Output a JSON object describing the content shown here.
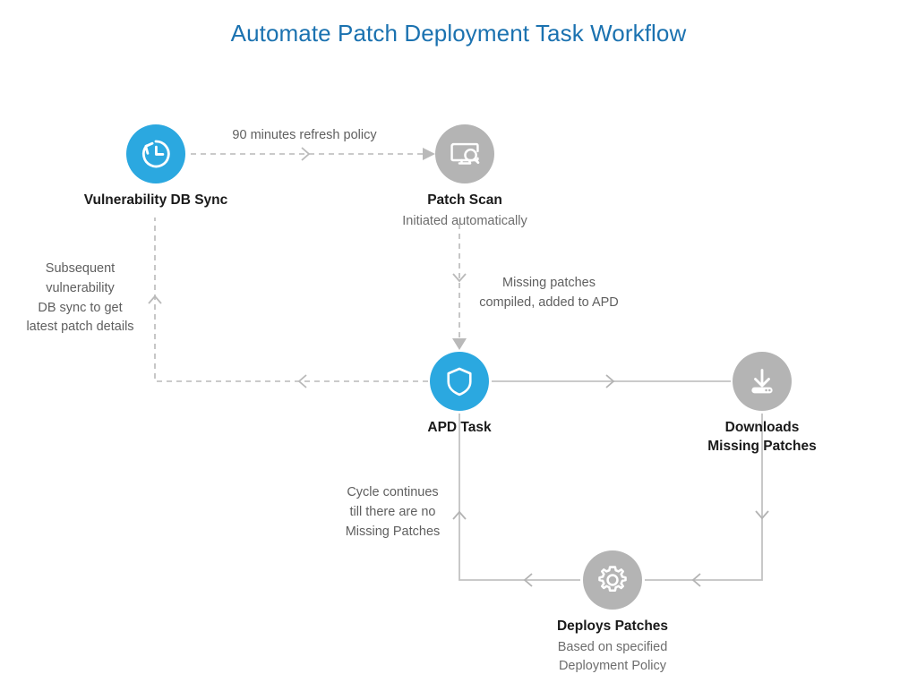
{
  "page": {
    "title": "Automate Patch Deployment Task Workflow",
    "title_color": "#1b72b0",
    "background": "#ffffff"
  },
  "palette": {
    "accent_blue": "#2ba8e0",
    "node_gray": "#b4b4b4",
    "connector_gray": "#b9b9b9",
    "label_gray": "#5f5f5f",
    "heading_dark": "#1a1a1a"
  },
  "nodes": [
    {
      "id": "vulnerability-db-sync",
      "icon": "clock-history-icon",
      "color": "blue",
      "title": "Vulnerability DB Sync",
      "subtitle": ""
    },
    {
      "id": "patch-scan",
      "icon": "monitor-scan-icon",
      "color": "gray",
      "title": "Patch Scan",
      "subtitle": "Initiated automatically"
    },
    {
      "id": "apd-task",
      "icon": "shield-icon",
      "color": "blue",
      "title": "APD Task",
      "subtitle": ""
    },
    {
      "id": "downloads-missing-patches",
      "icon": "download-icon",
      "color": "gray",
      "title": "Downloads\nMissing Patches",
      "subtitle": ""
    },
    {
      "id": "deploys-patches",
      "icon": "gear-icon",
      "color": "gray",
      "title": "Deploys Patches",
      "subtitle": "Based on specified\nDeployment Policy"
    }
  ],
  "edge_labels": {
    "refresh_policy": "90 minutes refresh policy",
    "subsequent_sync": "Subsequent\nvulnerability\nDB sync to get\nlatest patch details",
    "missing_patches": "Missing patches\ncompiled, added to APD",
    "cycle_continues": "Cycle continues\ntill there are no\nMissing Patches"
  }
}
